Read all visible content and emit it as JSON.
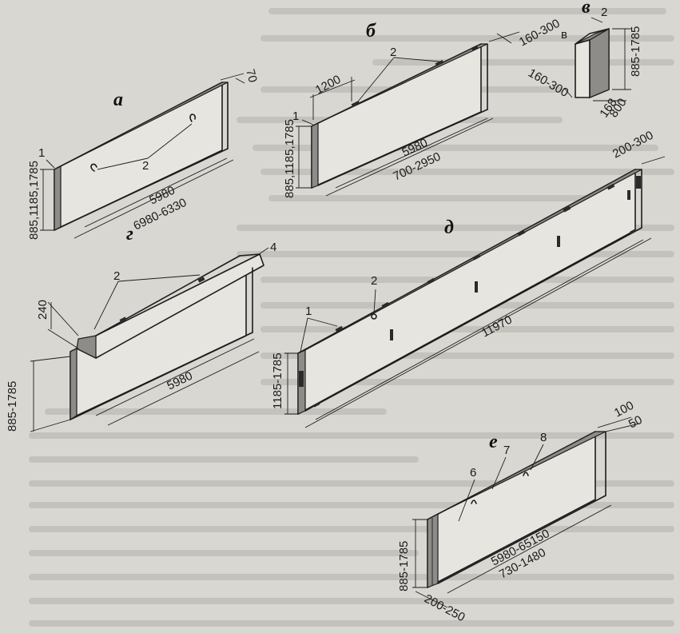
{
  "figures": {
    "a": {
      "letter": "а",
      "width_dim": "5980",
      "length_dim": "6980-6330",
      "height_dim": "885,1185,1785",
      "thickness_dim": "70",
      "callout_1": "1",
      "callout_2": "2"
    },
    "b": {
      "letter": "б",
      "width_dim": "5980",
      "length_dim": "700-2950",
      "height_dim": "885,1185,1785",
      "spacing_dim": "1200",
      "callout_1": "1",
      "callout_2": "2",
      "thickness_dim": "160-300",
      "thickness_suffix": "в"
    },
    "v": {
      "letter": "в",
      "height_dim": "885-1785",
      "depth_dim": "160-300",
      "width_dim_1": "168",
      "width_dim_2": "800",
      "callout_2": "2"
    },
    "g": {
      "letter": "г",
      "length_dim": "5980",
      "height_dim": "885-1785",
      "rib_dim": "240",
      "callout_2": "2",
      "callout_4": "4"
    },
    "d": {
      "letter": "д",
      "length_dim": "11970",
      "height_dim": "1185-1785",
      "thickness_dim": "200-300",
      "callout_1": "1",
      "callout_2": "2"
    },
    "e": {
      "letter": "е",
      "length_dim": "5980-65150",
      "length_dim_2": "730-1480",
      "height_dim": "885-1785",
      "thickness_dim": "200-250",
      "top_dim_1": "100",
      "top_dim_2": "50",
      "callout_6": "6",
      "callout_7": "7",
      "callout_8": "8"
    }
  }
}
